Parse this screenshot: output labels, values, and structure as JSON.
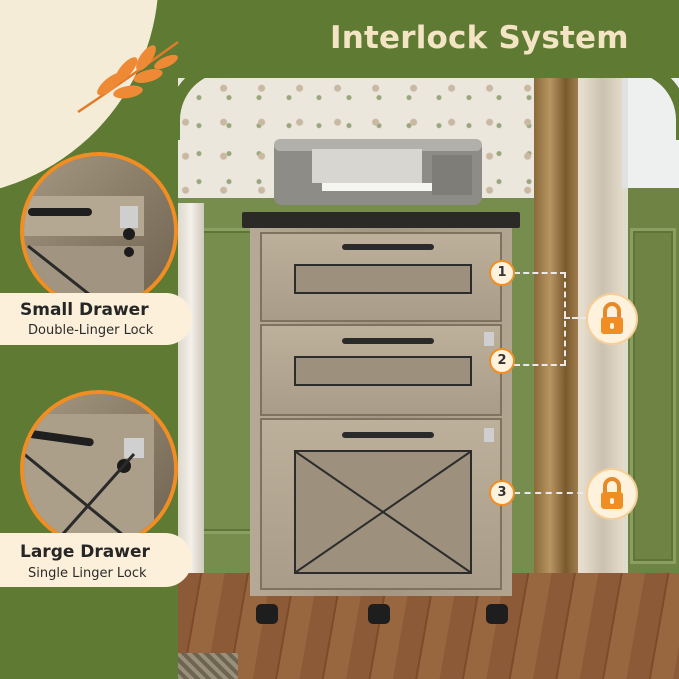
{
  "title": "Interlock System",
  "small_drawer": {
    "label": "Small Drawer",
    "sublabel": "Double-Linger Lock"
  },
  "large_drawer": {
    "label": "Large Drawer",
    "sublabel": "Single Linger Lock"
  },
  "markers": [
    "1",
    "2",
    "3"
  ],
  "icons": {
    "leaf": "leaf-icon",
    "lock": "padlock-icon"
  },
  "colors": {
    "background": "#5e7a33",
    "accent": "#f08d23",
    "title": "#f3e4c3",
    "label_bg": "#fdf0db"
  }
}
